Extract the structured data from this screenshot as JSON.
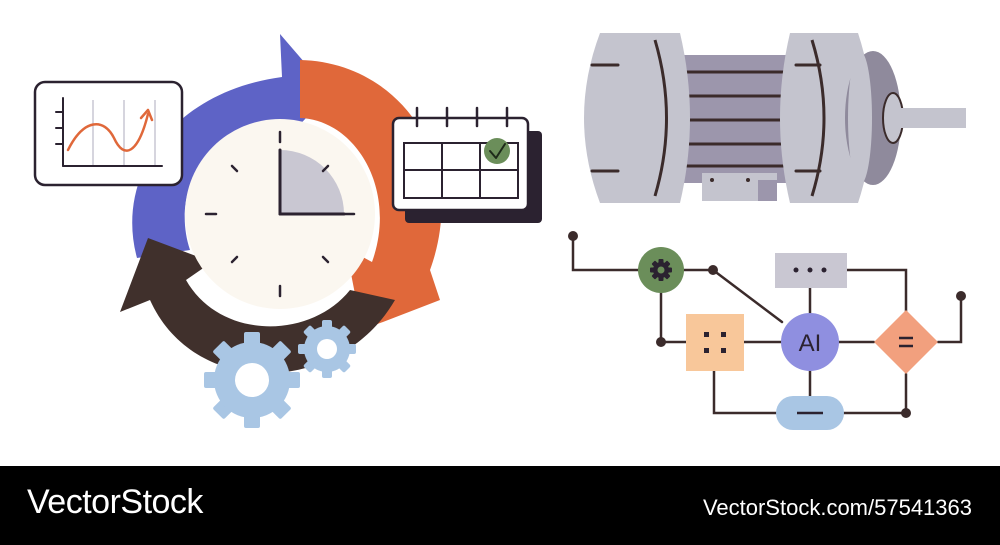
{
  "illustration": {
    "ai_node_label": "AI",
    "colors": {
      "arrow_blue": "#5e63c6",
      "arrow_orange": "#e0683a",
      "arrow_dark": "#40302c",
      "gear_light_blue": "#a9c6e4",
      "motor_gray": "#c4c4ce",
      "motor_violet": "#9c96ac",
      "gear_node_green": "#6b8e5a",
      "square_node_peach": "#f8c79a",
      "diamond_node_salmon": "#f2a07e",
      "pill_node_blue": "#a9c6e4",
      "ai_node_violet": "#8f8fe0",
      "line_dark": "#3b2b2b"
    },
    "icons": [
      "chart-icon",
      "calendar-icon",
      "check-icon",
      "clock-icon",
      "cycle-arrows-icon",
      "gear-icon",
      "electric-motor-icon",
      "ai-flowchart-icon"
    ]
  },
  "footer": {
    "brand": "VectorStock",
    "image_url": "VectorStock.com/57541363"
  }
}
